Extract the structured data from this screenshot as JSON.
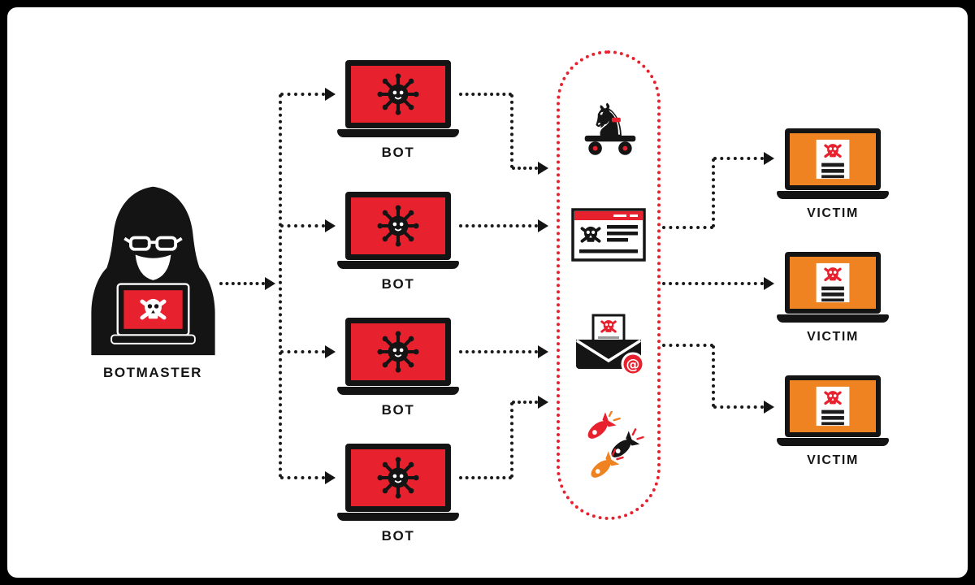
{
  "colors": {
    "screen_red": "#e8212e",
    "screen_orange": "#ef8322",
    "ink": "#151515",
    "capsule_dotted": "#e8212e"
  },
  "botmaster": {
    "label": "BOTMASTER",
    "icon": "hooded-hacker-with-skull-laptop-icon"
  },
  "bots": [
    {
      "label": "BOT",
      "icon": "malware-virus-icon"
    },
    {
      "label": "BOT",
      "icon": "malware-virus-icon"
    },
    {
      "label": "BOT",
      "icon": "malware-virus-icon"
    },
    {
      "label": "BOT",
      "icon": "malware-virus-icon"
    }
  ],
  "attack_channel": {
    "icons": [
      {
        "name": "trojan-horse-icon"
      },
      {
        "name": "fake-website-icon"
      },
      {
        "name": "spam-email-icon"
      },
      {
        "name": "ddos-bombs-icon"
      }
    ]
  },
  "victims": [
    {
      "label": "VICTIM",
      "icon": "ransom-screen-icon"
    },
    {
      "label": "VICTIM",
      "icon": "ransom-screen-icon"
    },
    {
      "label": "VICTIM",
      "icon": "ransom-screen-icon"
    }
  ]
}
